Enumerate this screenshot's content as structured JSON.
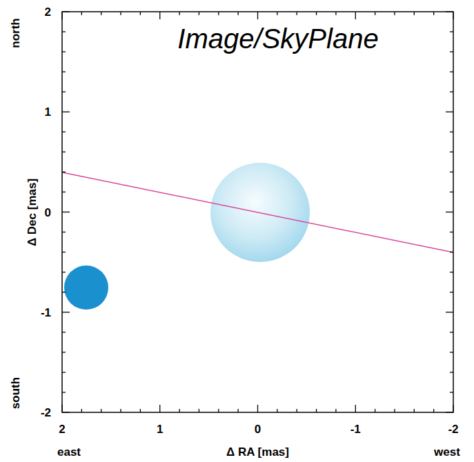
{
  "diagram": {
    "title": "Image/SkyPlane",
    "labels": [
      "north",
      "2",
      "1",
      "Δ Dec [mas]",
      "0",
      "-1",
      "south",
      "-2",
      "2",
      "1",
      "0",
      "-1",
      "-2",
      "east",
      "Δ RA [mas]",
      "west"
    ]
  }
}
